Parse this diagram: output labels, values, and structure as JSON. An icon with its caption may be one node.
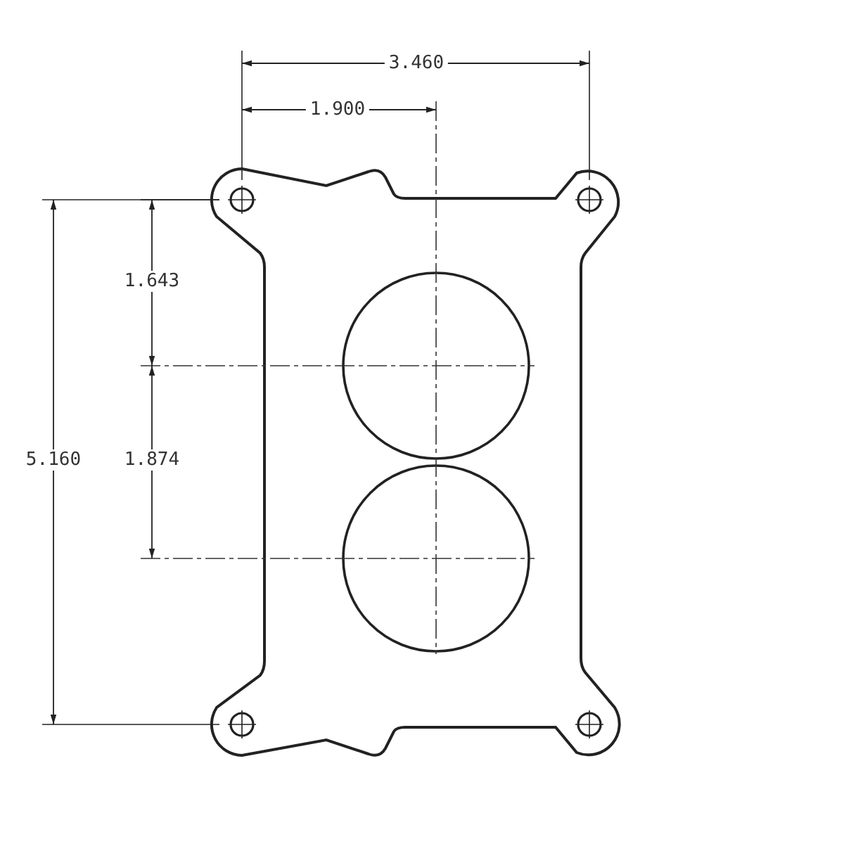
{
  "diagram": {
    "labels": [
      "3.460",
      "1.900",
      "1.643",
      "5.160",
      "1.874"
    ]
  }
}
